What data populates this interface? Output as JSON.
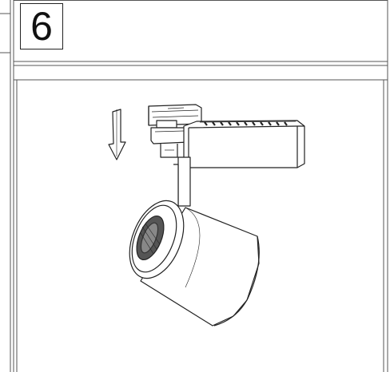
{
  "step": {
    "number": "6"
  },
  "illustration": {
    "subject": "track-spotlight",
    "arrow_direction": "down",
    "line_color": "#222222"
  }
}
